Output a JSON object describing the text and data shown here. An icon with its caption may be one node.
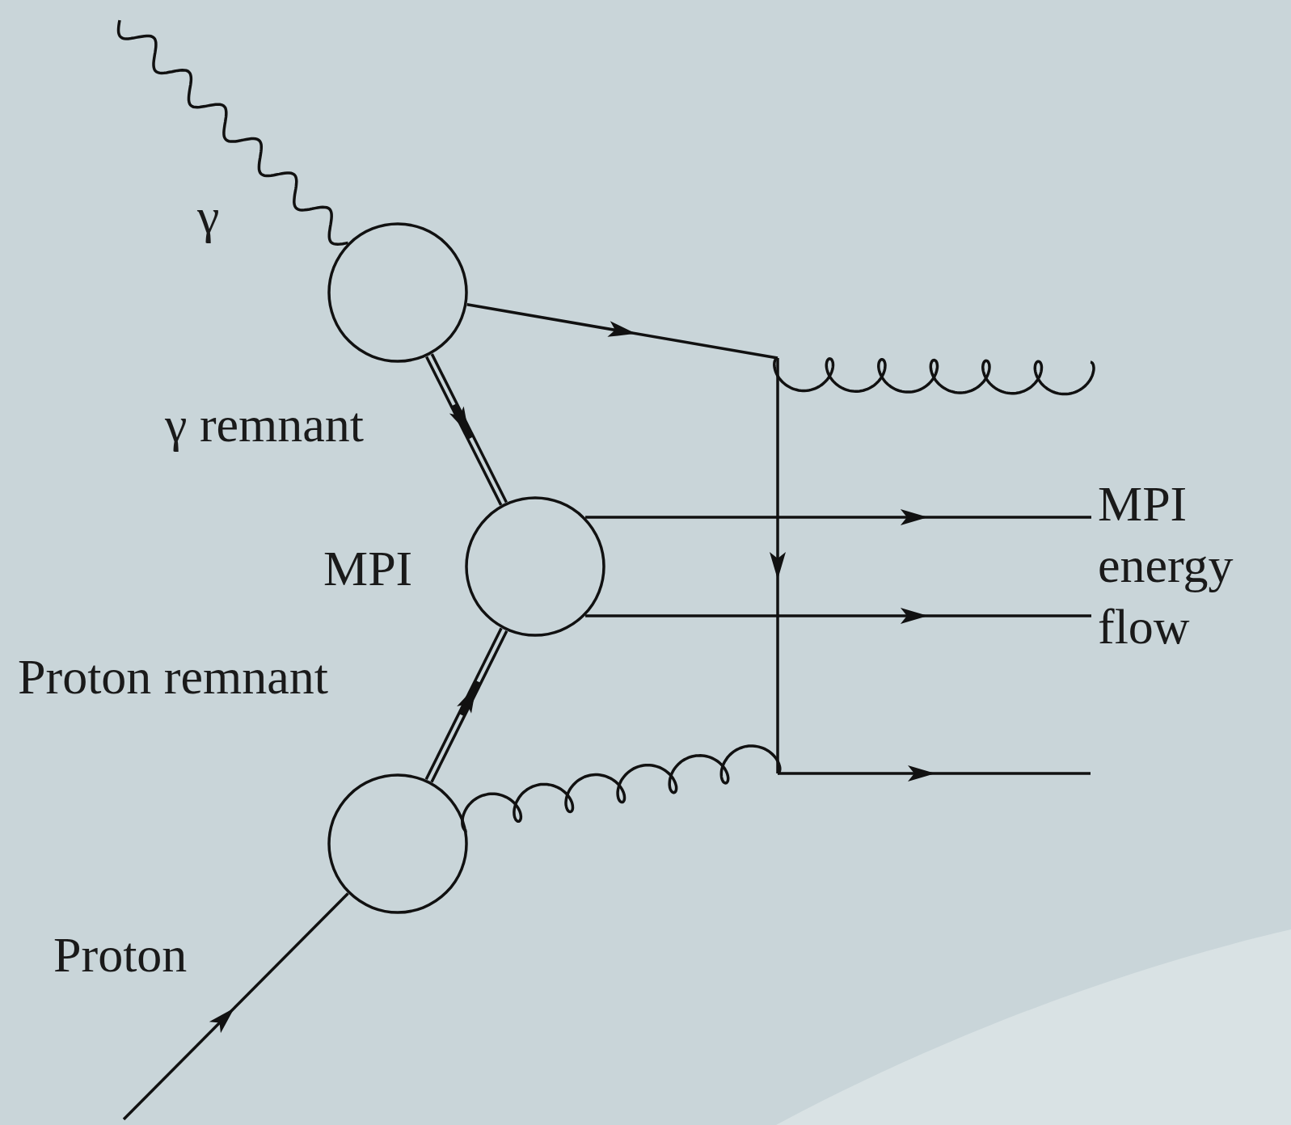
{
  "diagram": {
    "nodes": [
      {
        "text": [],
        "shape": "circle"
      },
      {
        "text": [
          "MPI"
        ]
      },
      {
        "text": [],
        "shape": "circle"
      },
      {
        "text": [
          "MPI energy flow"
        ]
      }
    ],
    "edges": [
      {
        "from": null,
        "to": 0,
        "arrow": "none",
        "label": "γ"
      },
      {
        "from": 0,
        "to": null,
        "arrow": "to"
      },
      {
        "from": 0,
        "to": 1,
        "arrow": "to",
        "label": "γ remnant",
        "style": "thick"
      },
      {
        "from": 2,
        "to": 1,
        "arrow": "to",
        "label": "Proton remnant",
        "style": "thick"
      },
      {
        "from": null,
        "to": 2,
        "arrow": "to",
        "label": "Proton"
      },
      {
        "from": 1,
        "to": 3,
        "arrow": "to"
      },
      {
        "from": 1,
        "to": 3,
        "arrow": "to"
      },
      {
        "from": 2,
        "to": null,
        "arrow": "none"
      }
    ]
  }
}
